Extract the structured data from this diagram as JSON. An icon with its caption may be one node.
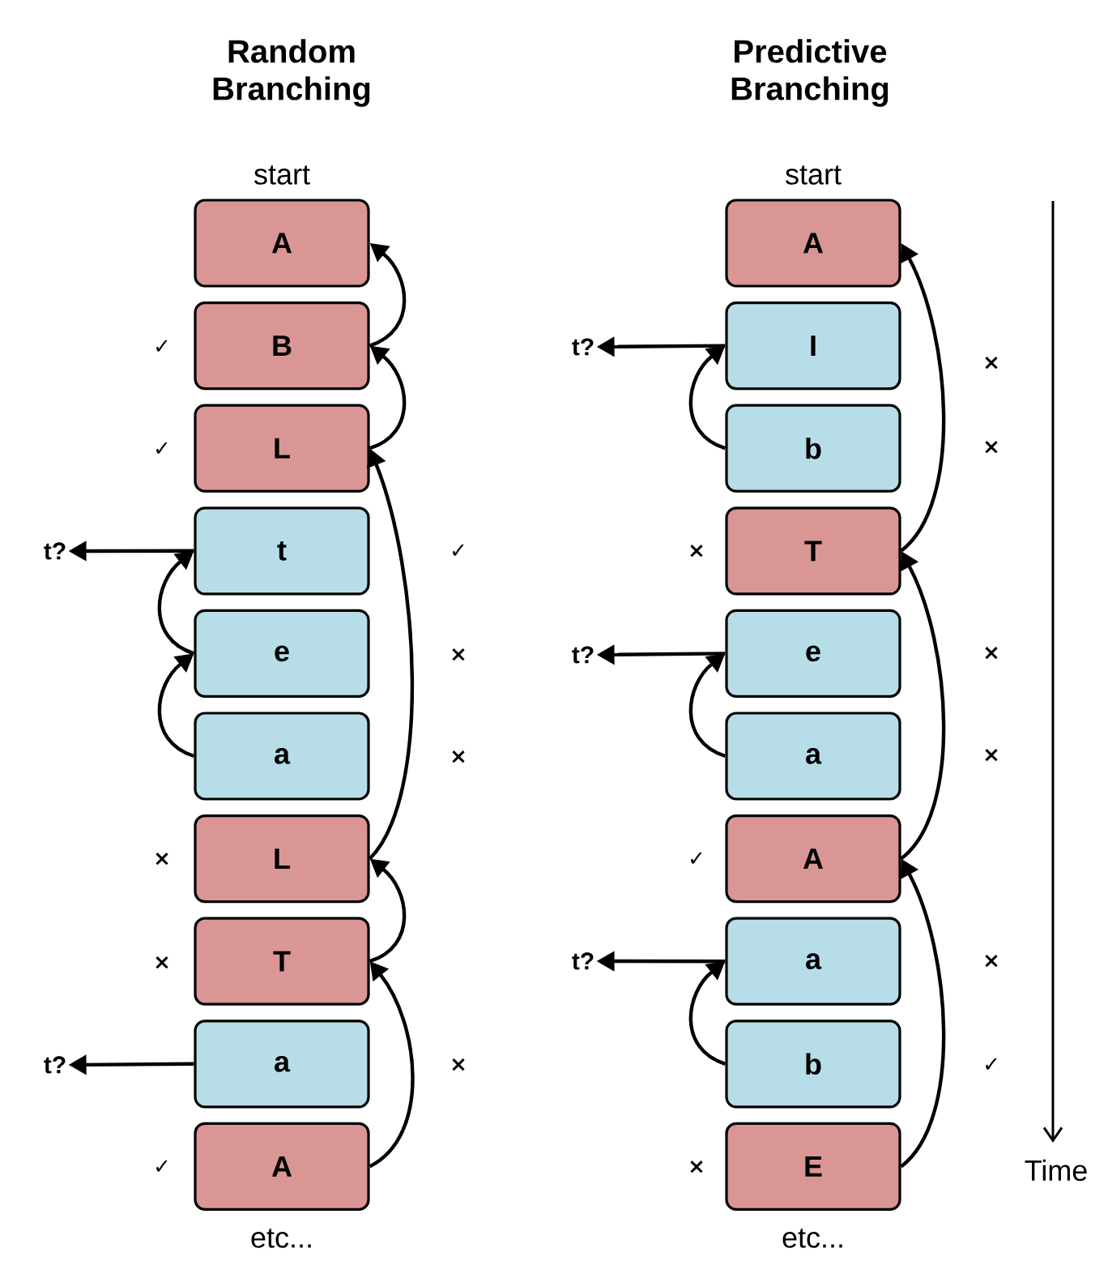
{
  "diagram": {
    "nodes": [
      {
        "text": [
          "A"
        ]
      },
      {
        "text": [
          "B"
        ]
      },
      {
        "text": [
          "L"
        ]
      },
      {
        "text": [
          "t"
        ]
      },
      {
        "text": [
          "e"
        ]
      },
      {
        "text": [
          "a"
        ]
      },
      {
        "text": [
          "L"
        ]
      },
      {
        "text": [
          "T"
        ]
      },
      {
        "text": [
          "a"
        ]
      },
      {
        "text": [
          "A"
        ]
      },
      {
        "text": [
          "A"
        ]
      },
      {
        "text": [
          "I"
        ]
      },
      {
        "text": [
          "b"
        ]
      },
      {
        "text": [
          "T"
        ]
      },
      {
        "text": [
          "e"
        ]
      },
      {
        "text": [
          "a"
        ]
      },
      {
        "text": [
          "A"
        ]
      },
      {
        "text": [
          "a"
        ]
      },
      {
        "text": [
          "b"
        ]
      },
      {
        "text": [
          "E"
        ]
      },
      {
        "text": [
          "t?"
        ]
      },
      {
        "text": [
          "t?"
        ]
      },
      {
        "text": [
          "t?"
        ]
      },
      {
        "text": [
          "t?"
        ]
      },
      {
        "text": [
          "t?"
        ]
      }
    ],
    "edges": [
      {
        "from": 1,
        "to": 0,
        "arrow": "to"
      },
      {
        "from": 2,
        "to": 1,
        "arrow": "to"
      },
      {
        "from": 6,
        "to": 2,
        "arrow": "to"
      },
      {
        "from": 4,
        "to": 3,
        "arrow": "to"
      },
      {
        "from": 5,
        "to": 4,
        "arrow": "to"
      },
      {
        "from": 3,
        "to": 20,
        "arrow": "to"
      },
      {
        "from": 7,
        "to": 6,
        "arrow": "to"
      },
      {
        "from": 9,
        "to": 7,
        "arrow": "to"
      },
      {
        "from": 8,
        "to": 21,
        "arrow": "to"
      },
      {
        "from": 13,
        "to": 10,
        "arrow": "to"
      },
      {
        "from": 12,
        "to": 11,
        "arrow": "to"
      },
      {
        "from": 11,
        "to": 22,
        "arrow": "to"
      },
      {
        "from": 16,
        "to": 13,
        "arrow": "to"
      },
      {
        "from": 15,
        "to": 14,
        "arrow": "to"
      },
      {
        "from": 14,
        "to": 23,
        "arrow": "to"
      },
      {
        "from": 19,
        "to": 16,
        "arrow": "to"
      },
      {
        "from": 18,
        "to": 17,
        "arrow": "to"
      },
      {
        "from": 17,
        "to": 24,
        "arrow": "to"
      }
    ],
    "labels": [
      "Random Branching",
      "Predictive Branching",
      "start",
      "start",
      "✓",
      "✓",
      "✓",
      "×",
      "×",
      "×",
      "×",
      "×",
      "✓",
      "×",
      "×",
      "×",
      "×",
      "×",
      "✓",
      "×",
      "✓",
      "×",
      "etc...",
      "etc...",
      "Time"
    ]
  }
}
